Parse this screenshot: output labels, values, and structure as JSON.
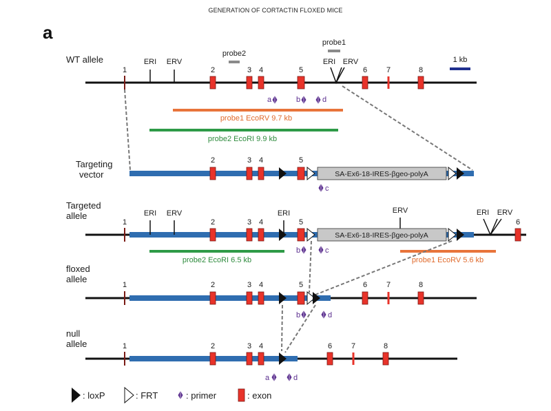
{
  "header": {
    "title": "GENERATION OF CORTACTIN FLOXED MICE",
    "panel": "a"
  },
  "colors": {
    "exon": "#e8332a",
    "vector": "#2f6db0",
    "primer": "#5b2f8f",
    "probe1_line": "#e8743b",
    "probe2_line": "#2e9a47",
    "scale_bar": "#1f2f8f",
    "probe_bar": "#8a8a8a",
    "cassette": "#c8c8c8"
  },
  "rows": {
    "wt": {
      "label": "WT allele"
    },
    "targeting": {
      "label_line1": "Targeting",
      "label_line2": "vector"
    },
    "targeted": {
      "label_line1": "Targeted",
      "label_line2": "allele"
    },
    "floxed": {
      "label_line1": "floxed",
      "label_line2": "allele"
    },
    "null": {
      "label_line1": "null",
      "label_line2": "allele"
    }
  },
  "sites": {
    "eri": "ERI",
    "erv": "ERV"
  },
  "exon_labels": {
    "e1": "1",
    "e2": "2",
    "e3": "3",
    "e4": "4",
    "e5": "5",
    "e6": "6",
    "e7": "7",
    "e8": "8"
  },
  "probes": {
    "probe1": "probe1",
    "probe2": "probe2",
    "scale": "1 kb",
    "probe1_wt": "probe1  EcoRV  9.7 kb",
    "probe2_wt": "probe2  EcoRI  9.9 kb",
    "probe2_targeted": "probe2  EcoRI  6.5 kb",
    "probe1_targeted": "probe1  EcoRV  5.6 kb"
  },
  "primers": {
    "a": "a",
    "b": "b",
    "c": "c",
    "d": "d"
  },
  "cassette": {
    "label": "SA-Ex6-18-IRES-βgeo-polyA"
  },
  "legend": {
    "loxp": ": loxP",
    "frt": ": FRT",
    "primer": ": primer",
    "exon": ": exon"
  }
}
